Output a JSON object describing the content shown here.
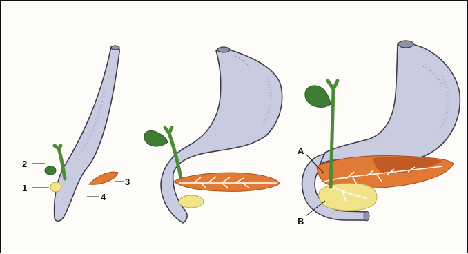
{
  "colors": {
    "stomach": "#c9cbe0",
    "stomach_shade": "#aeb0cc",
    "outline": "#3b3b4a",
    "duct": "#4f8a3a",
    "gallbladder": "#3e7d33",
    "pancreas_dorsal": "#e07a35",
    "pancreas_dorsal_dark": "#b34e1c",
    "pancreas_ventral": "#f1e38a",
    "vessel": "#ffffff",
    "background": "#fdfcf8"
  },
  "labels": {
    "n1": "1",
    "n2": "2",
    "n3": "3",
    "n4": "4",
    "A": "A",
    "B": "B"
  }
}
